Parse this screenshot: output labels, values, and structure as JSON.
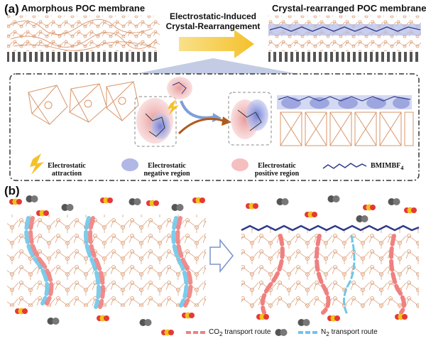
{
  "panel_a": {
    "label": "(a)",
    "title_left": "Amorphous POC membrane",
    "title_right": "Crystal-rearranged POC membrane",
    "arrow_line1": "Electrostatic-Induced",
    "arrow_line2": "Crystal-Rearrangement",
    "legend": {
      "attraction_line1": "Electrostatic",
      "attraction_line2": "attraction",
      "negative_line1": "Electrostatic",
      "negative_line2": "negative region",
      "positive_line1": "Electrostatic",
      "positive_line2": "positive region",
      "ionic_liquid": "BMIMBF",
      "ionic_liquid_sub": "4"
    }
  },
  "panel_b": {
    "label": "(b)",
    "legend": {
      "co2_label": "CO",
      "co2_sub": "2",
      "co2_suffix": " transport route",
      "n2_label": "N",
      "n2_sub": "2",
      "n2_suffix": " transport route"
    }
  },
  "colors": {
    "cage": "#d9956a",
    "arrow_yellow": "#f4c12c",
    "co2_route": "#f08080",
    "n2_route": "#6ec6ea",
    "negative": "#9ea6e0",
    "positive": "#f4b8b8",
    "support": "#555555"
  }
}
